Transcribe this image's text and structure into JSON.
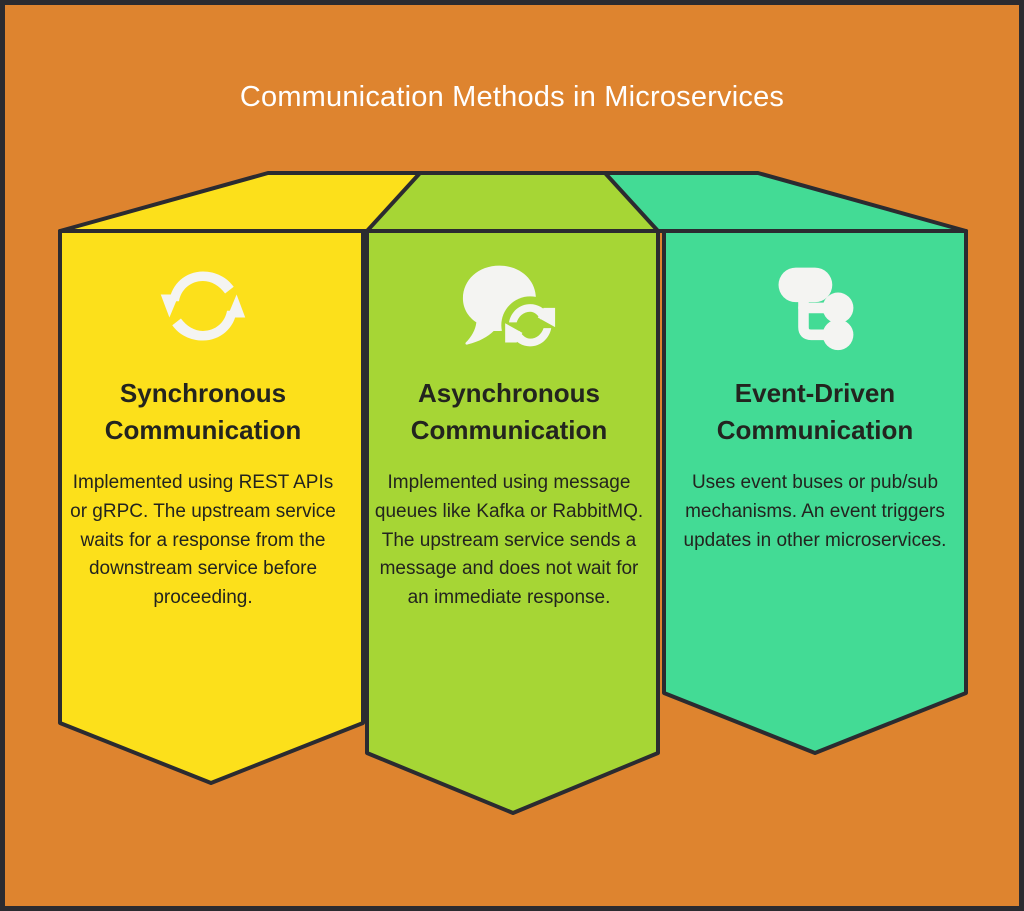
{
  "header": {
    "title": "Communication Methods in Microservices"
  },
  "colors": {
    "background": "#de842f",
    "outline": "#2b2b30",
    "title_text": "#ffffff",
    "panel_text": "#23241f",
    "panel_1": "#fce01b",
    "panel_2": "#a6d635",
    "panel_3": "#43db95",
    "icon": "#f4f4f2"
  },
  "panels": [
    {
      "id": "synchronous",
      "icon": "sync-arrows-icon",
      "title": "Synchronous Communication",
      "title_lines": [
        "Synchronous",
        "Communication"
      ],
      "description": "Implemented using REST APIs or gRPC. The upstream service waits for a response from the downstream service before proceeding.",
      "color": "#fce01b"
    },
    {
      "id": "asynchronous",
      "icon": "speech-bubble-sync-icon",
      "title": "Asynchronous Communication",
      "title_lines": [
        "Asynchronous",
        "Communication"
      ],
      "description": "Implemented using message queues like Kafka or RabbitMQ. The upstream service sends a message and does not wait for an immediate response.",
      "color": "#a6d635"
    },
    {
      "id": "event-driven",
      "icon": "event-hub-topology-icon",
      "title": "Event-Driven Communication",
      "title_lines": [
        "Event-Driven",
        "Communication"
      ],
      "description": "Uses event buses or pub/sub mechanisms. An event triggers updates in other microservices.",
      "color": "#43db95"
    }
  ]
}
